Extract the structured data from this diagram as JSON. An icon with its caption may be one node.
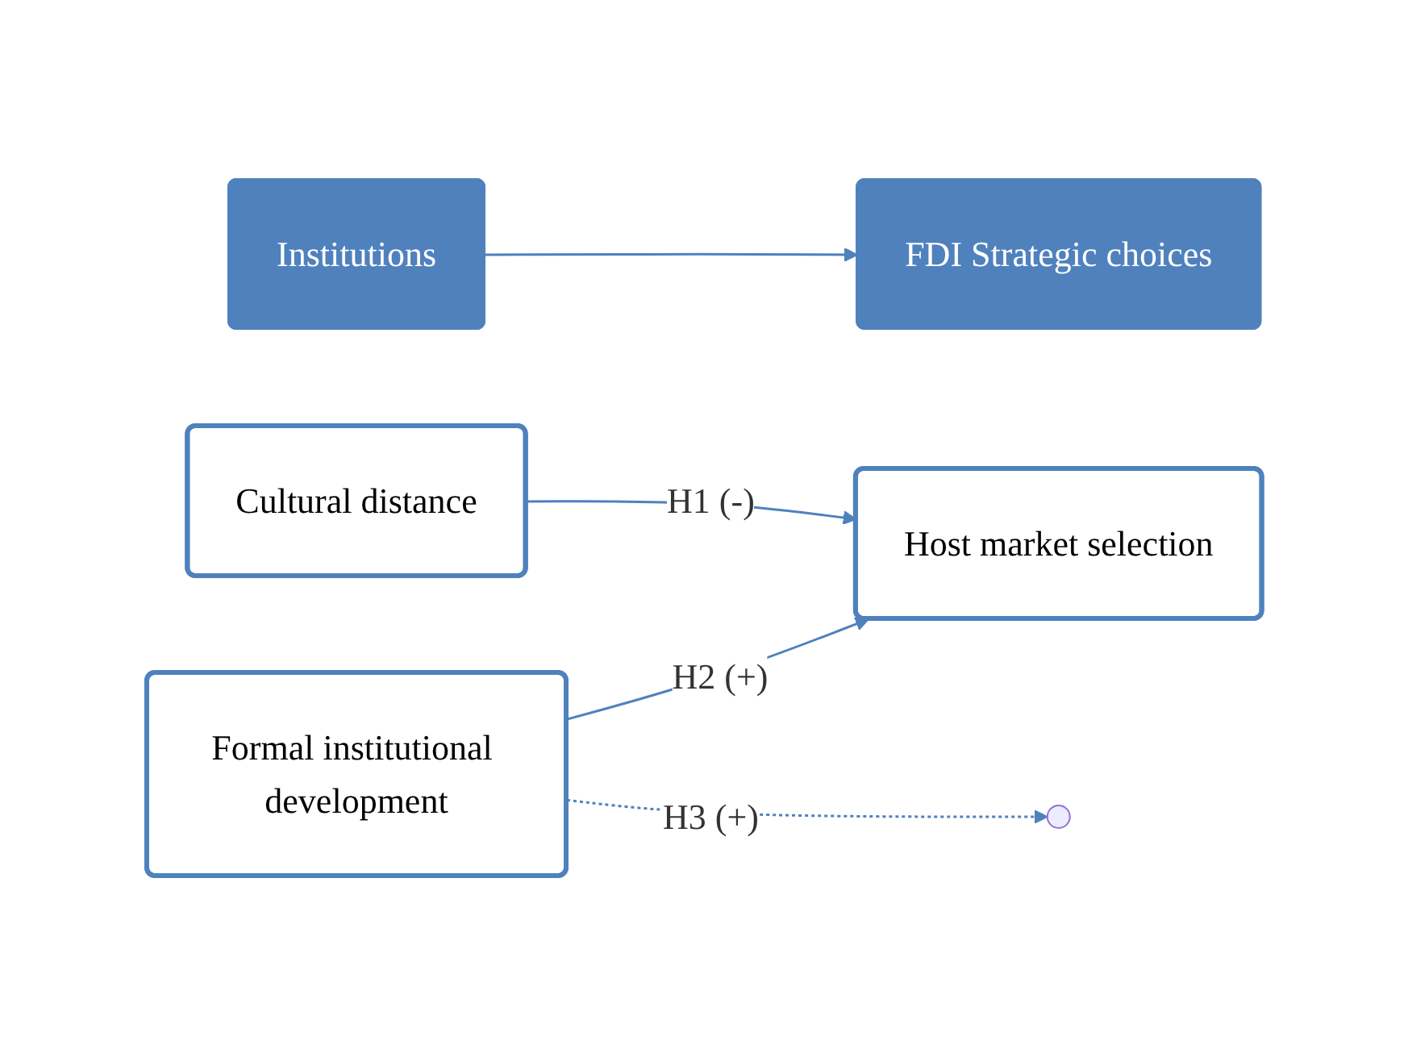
{
  "diagram": {
    "nodes": [
      {
        "text": [
          "Institutions"
        ]
      },
      {
        "text": [
          "FDI Strategic choices"
        ]
      },
      {
        "text": [
          "Cultural distance"
        ]
      },
      {
        "text": [
          "Formal institutional development"
        ]
      },
      {
        "text": [
          "Host market selection"
        ]
      }
    ],
    "edges": [
      {
        "from": 0,
        "to": 1,
        "arrow": "to"
      },
      {
        "from": 2,
        "to": 4,
        "arrow": "to",
        "label": "H1 (-)"
      },
      {
        "from": 3,
        "to": 4,
        "arrow": "to",
        "label": "H2 (+)"
      },
      {
        "from": 3,
        "to": null,
        "arrow": "to",
        "label": "H3 (+)",
        "style": "dashed"
      }
    ]
  }
}
